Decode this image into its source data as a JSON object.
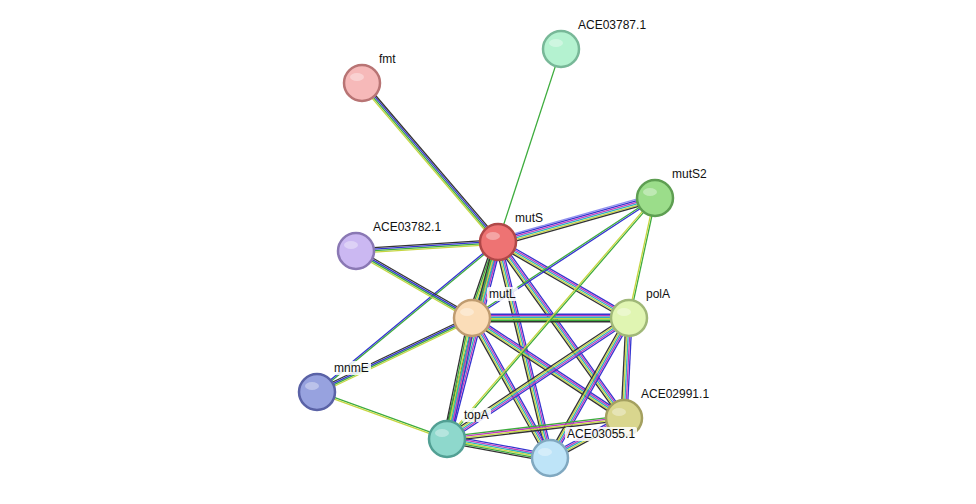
{
  "diagram": {
    "nodes": [
      {
        "text": [
          "ACE03787.1"
        ]
      },
      {
        "text": [
          "fmt"
        ]
      },
      {
        "text": [
          "mutS2"
        ]
      },
      {
        "text": [
          "ACE03782.1"
        ]
      },
      {
        "text": [
          "mutS"
        ]
      },
      {
        "text": [
          "mutL"
        ]
      },
      {
        "text": [
          "polA"
        ]
      },
      {
        "text": [
          "mnmE"
        ]
      },
      {
        "text": [
          "ACE02991.1"
        ]
      },
      {
        "text": [
          "topA"
        ]
      },
      {
        "text": [
          "ACE03055.1"
        ]
      }
    ],
    "edges": [
      {
        "from": 4,
        "to": 1,
        "arrow": "none"
      },
      {
        "from": 4,
        "to": 0,
        "arrow": "none"
      },
      {
        "from": 4,
        "to": 2,
        "arrow": "none"
      },
      {
        "from": 4,
        "to": 3,
        "arrow": "none"
      },
      {
        "from": 4,
        "to": 5,
        "arrow": "none"
      },
      {
        "from": 4,
        "to": 6,
        "arrow": "none"
      },
      {
        "from": 4,
        "to": 7,
        "arrow": "none"
      },
      {
        "from": 4,
        "to": 9,
        "arrow": "none"
      },
      {
        "from": 4,
        "to": 8,
        "arrow": "none"
      },
      {
        "from": 4,
        "to": 10,
        "arrow": "none"
      },
      {
        "from": 5,
        "to": 3,
        "arrow": "none"
      },
      {
        "from": 5,
        "to": 2,
        "arrow": "none"
      },
      {
        "from": 5,
        "to": 6,
        "arrow": "none"
      },
      {
        "from": 5,
        "to": 7,
        "arrow": "none"
      },
      {
        "from": 5,
        "to": 9,
        "arrow": "none"
      },
      {
        "from": 5,
        "to": 8,
        "arrow": "none"
      },
      {
        "from": 5,
        "to": 10,
        "arrow": "none"
      },
      {
        "from": 2,
        "to": 6,
        "arrow": "none"
      },
      {
        "from": 2,
        "to": 9,
        "arrow": "none"
      },
      {
        "from": 6,
        "to": 9,
        "arrow": "none"
      },
      {
        "from": 6,
        "to": 10,
        "arrow": "none"
      },
      {
        "from": 6,
        "to": 8,
        "arrow": "none"
      },
      {
        "from": 7,
        "to": 9,
        "arrow": "none"
      },
      {
        "from": 9,
        "to": 10,
        "arrow": "none"
      },
      {
        "from": 9,
        "to": 8,
        "arrow": "none"
      },
      {
        "from": 10,
        "to": 8,
        "arrow": "none"
      }
    ]
  }
}
